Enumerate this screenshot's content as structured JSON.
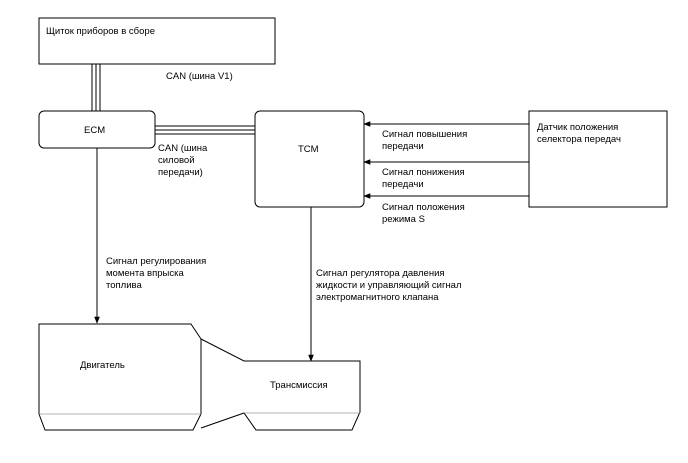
{
  "blocks": {
    "cluster": "Щиток приборов в сборе",
    "ecm": "ECM",
    "tcm": "TCM",
    "selector_sensor": [
      "Датчик положения",
      "селектора передач"
    ],
    "engine": "Двигатель",
    "transmission": "Трансмиссия"
  },
  "buses": {
    "can_v1": "CAN (шина V1)",
    "can_powertrain": [
      "CAN (шина",
      "силовой",
      "передачи)"
    ]
  },
  "signals": {
    "upshift": [
      "Сигнал повышения",
      "передачи"
    ],
    "downshift": [
      "Сигнал понижения",
      "передачи"
    ],
    "s_mode": [
      "Сигнал положения",
      "режима S"
    ],
    "fuel_injection": [
      "Сигнал регулирования",
      "момента впрыска",
      "топлива"
    ],
    "pressure_solenoid": [
      "Сигнал регулятора давления",
      "жидкости и управляющий сигнал",
      "электромагнитного клапана"
    ]
  }
}
